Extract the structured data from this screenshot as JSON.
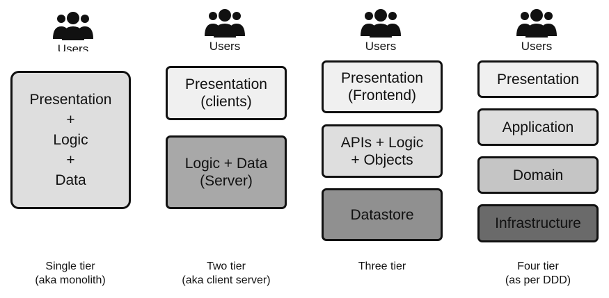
{
  "columns": [
    {
      "users_label": "Users",
      "boxes": [
        {
          "lines": [
            "Presentation",
            "+",
            "Logic",
            "+",
            "Data"
          ]
        }
      ],
      "caption": [
        "Single tier",
        "(aka monolith)"
      ]
    },
    {
      "users_label": "Users",
      "boxes": [
        {
          "lines": [
            "Presentation",
            "(clients)"
          ]
        },
        {
          "lines": [
            "Logic + Data",
            "(Server)"
          ]
        }
      ],
      "caption": [
        "Two tier",
        "(aka client server)"
      ]
    },
    {
      "users_label": "Users",
      "boxes": [
        {
          "lines": [
            "Presentation",
            "(Frontend)"
          ]
        },
        {
          "lines": [
            "APIs + Logic",
            "+ Objects"
          ]
        },
        {
          "lines": [
            "Datastore"
          ]
        }
      ],
      "caption": [
        "Three tier"
      ]
    },
    {
      "users_label": "Users",
      "boxes": [
        {
          "lines": [
            "Presentation"
          ]
        },
        {
          "lines": [
            "Application"
          ]
        },
        {
          "lines": [
            "Domain"
          ]
        },
        {
          "lines": [
            "Infrastructure"
          ]
        }
      ],
      "caption": [
        "Four tier",
        "(as per DDD)"
      ]
    }
  ],
  "icons": {
    "users": "users-group-icon"
  },
  "colors": {
    "border": "#111111",
    "fill_lightest": "#f0f0f0",
    "fill_light": "#dedede",
    "fill_mid": "#c5c5c5",
    "fill_midDark": "#a8a8a8",
    "fill_dark": "#909090",
    "fill_darkest": "#6a6a6a"
  }
}
